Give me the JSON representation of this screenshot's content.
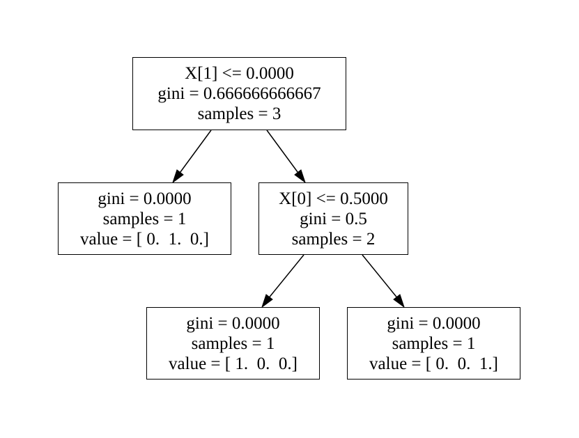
{
  "tree": {
    "nodes": [
      {
        "id": "n0",
        "lines": [
          "X[1] <= 0.0000",
          "gini = 0.666666666667",
          "samples = 3"
        ]
      },
      {
        "id": "n1",
        "lines": [
          "gini = 0.0000",
          "samples = 1",
          "value = [ 0.  1.  0.]"
        ]
      },
      {
        "id": "n2",
        "lines": [
          "X[0] <= 0.5000",
          "gini = 0.5",
          "samples = 2"
        ]
      },
      {
        "id": "n3",
        "lines": [
          "gini = 0.0000",
          "samples = 1",
          "value = [ 1.  0.  0.]"
        ]
      },
      {
        "id": "n4",
        "lines": [
          "gini = 0.0000",
          "samples = 1",
          "value = [ 0.  0.  1.]"
        ]
      }
    ],
    "edges": [
      {
        "from": "n0",
        "to": "n1"
      },
      {
        "from": "n0",
        "to": "n2"
      },
      {
        "from": "n2",
        "to": "n3"
      },
      {
        "from": "n2",
        "to": "n4"
      }
    ],
    "colors": {
      "stroke": "#000000",
      "fill": "#ffffff"
    }
  }
}
